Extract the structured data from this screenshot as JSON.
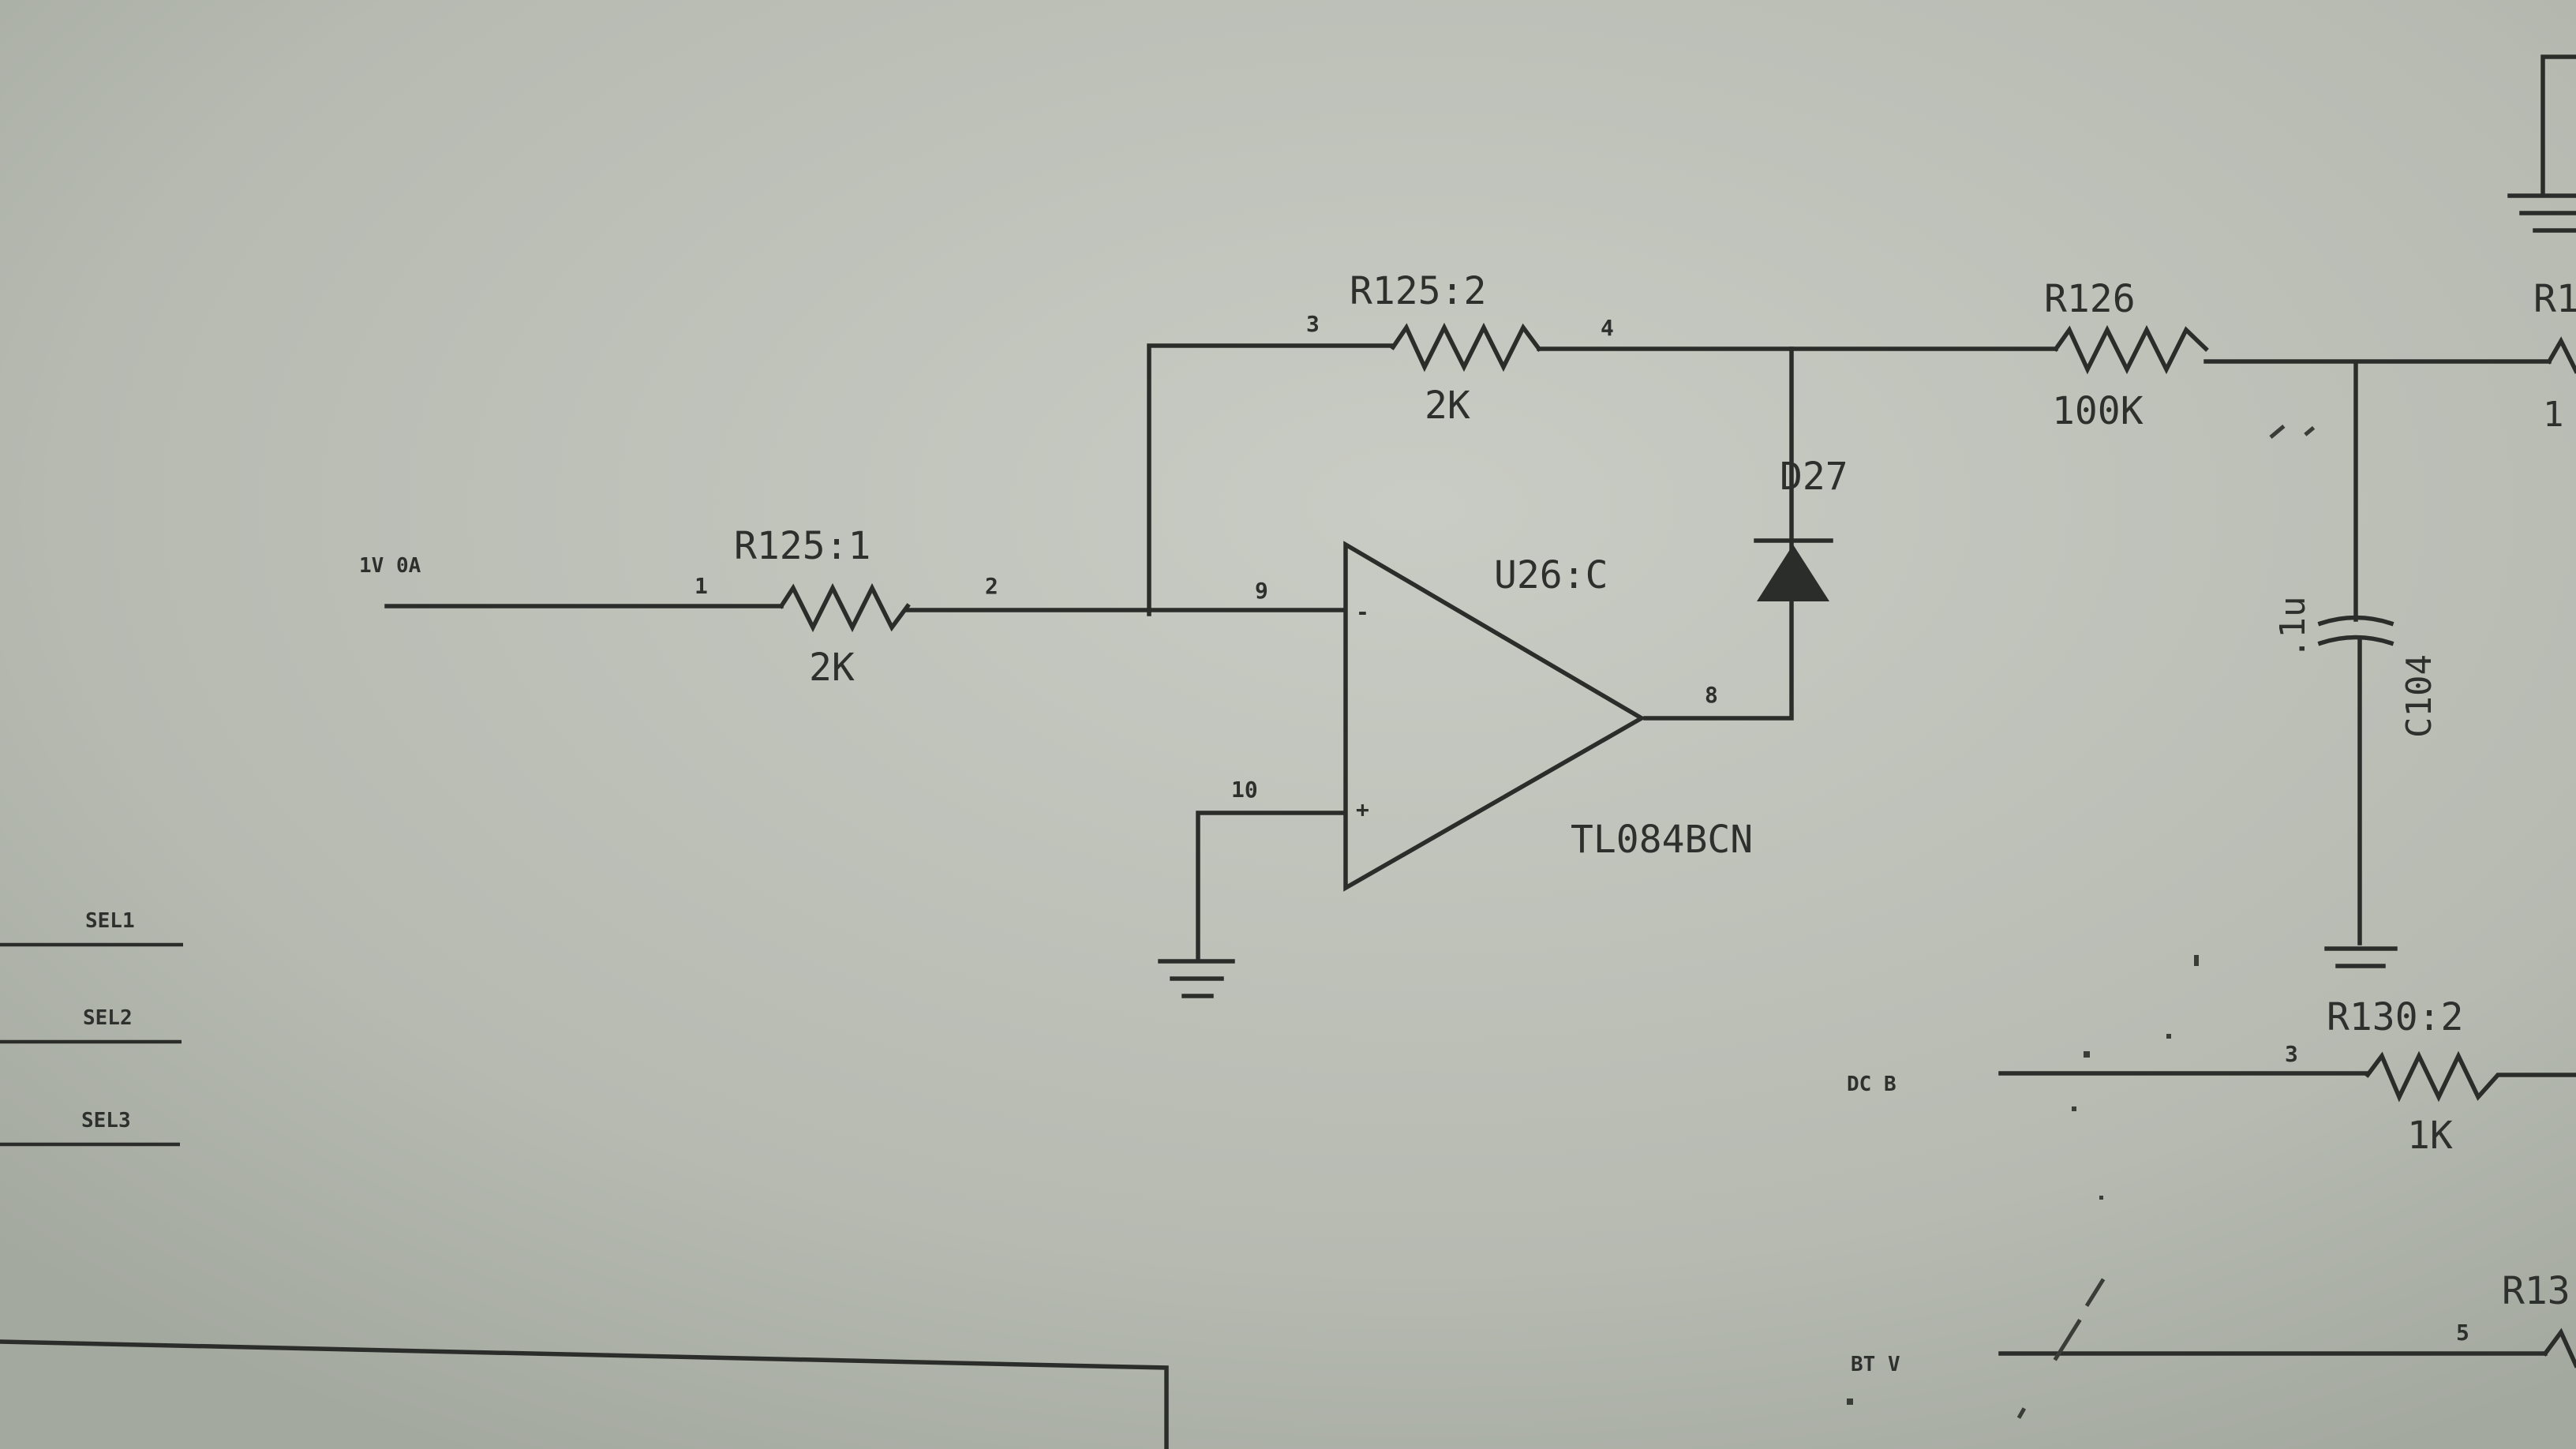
{
  "title": "",
  "components": {
    "r125_1": {
      "ref": "R125:1",
      "value": "2K",
      "pin_in": "1",
      "pin_out": "2"
    },
    "r125_2": {
      "ref": "R125:2",
      "value": "2K",
      "pin_in": "3",
      "pin_out": "4"
    },
    "r126": {
      "ref": "R126",
      "value": "100K"
    },
    "d27": {
      "ref": "D27"
    },
    "u26c": {
      "ref": "U26:C",
      "part": "TL084BCN",
      "pin_inv": "9",
      "pin_noninv": "10",
      "pin_out": "8",
      "minus": "-",
      "plus": "+"
    },
    "c104": {
      "ref": "C104",
      "value": ".1u"
    },
    "r130_2": {
      "ref": "R130:2",
      "value": "1K",
      "pin": "3"
    },
    "r13x": {
      "ref": "R13",
      "pin": "5"
    },
    "r_edge": {
      "ref": "R1",
      "value": "1"
    }
  },
  "nets": {
    "input": "1V 0A",
    "sel1": "SEL1",
    "sel2": "SEL2",
    "sel3": "SEL3",
    "dc": "DC B",
    "bt": "BT V"
  }
}
